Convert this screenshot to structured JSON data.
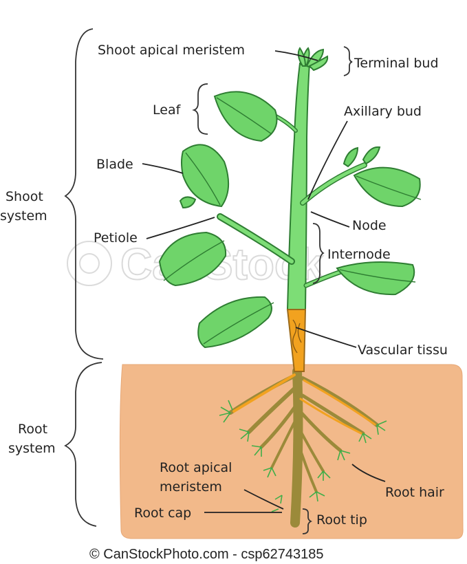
{
  "labels": {
    "shoot_apical_meristem": "Shoot apical meristem",
    "terminal_bud": "Terminal bud",
    "leaf": "Leaf",
    "axillary_bud": "Axillary bud",
    "blade": "Blade",
    "shoot_system_line1": "Shoot",
    "shoot_system_line2": "system",
    "petiole": "Petiole",
    "node": "Node",
    "internode": "Internode",
    "vascular_tissue": "Vascular tissu",
    "root_system_line1": "Root",
    "root_system_line2": "system",
    "root_apical_meristem_line1": "Root apical",
    "root_apical_meristem_line2": "meristem",
    "root_hair": "Root hair",
    "root_cap": "Root cap",
    "root_tip": "Root tip"
  },
  "watermark": "CanStock",
  "credit": "© CanStockPhoto.com - csp62743185",
  "colors": {
    "leaf": "#6fd46a",
    "stem": "#7ddd76",
    "soil": "#f2b98a",
    "vascular": "#f2a21f",
    "root": "#9b8a3a"
  }
}
